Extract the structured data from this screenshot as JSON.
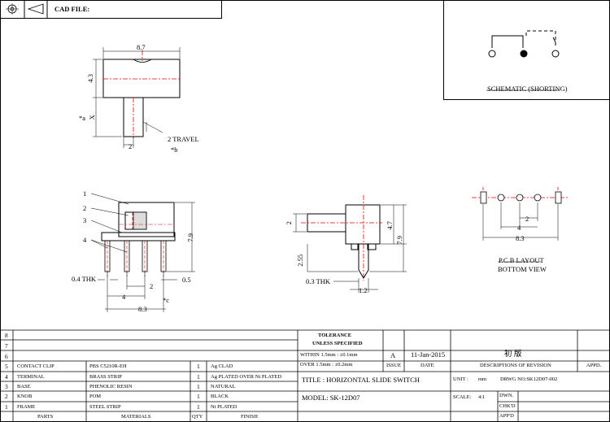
{
  "header": {
    "cad_file_label": "CAD FILE:"
  },
  "schematic": {
    "label": "SCHEMATIC (SHORTING)"
  },
  "top_view": {
    "width_dim": "8.7",
    "height_dim": "4.3",
    "x_label": "X",
    "a_note": "*a",
    "travel_label": "2 TRAVEL",
    "b_note": "*b",
    "small_dim": "2"
  },
  "front_view": {
    "callouts": [
      "1",
      "2",
      "3",
      "4"
    ],
    "height_dim": "7.9",
    "thk_label": "0.4 THK",
    "pitch_dim": "2",
    "pad_dim": "0.5",
    "span_dim": "4",
    "total_dim": "8.3",
    "c_note": "*c"
  },
  "side_view": {
    "knob_dim": "2",
    "body_dim": "4.7",
    "height_dim": "7.9",
    "pin_dim": "2.55",
    "thk_label": "0.3 THK",
    "pin_width": "1.2"
  },
  "pcb": {
    "pitch_dim": "2",
    "span_dim": "4",
    "total_dim": "8.3",
    "title": "P.C.B LAYOUT",
    "subtitle": "BOTTOM VIEW"
  },
  "bom": {
    "empty_rows": [
      "8",
      "7",
      "6"
    ],
    "rows": [
      {
        "no": "5",
        "part": "CONTACT CLIP",
        "material": "PBS  C5210R-EH",
        "qty": "1",
        "finish": "Ag CLAD"
      },
      {
        "no": "4",
        "part": "TERMINAL",
        "material": "BRASS STRIP",
        "qty": "1",
        "finish": "Ag PLATED OVER Ni PLATED"
      },
      {
        "no": "3",
        "part": "BASE",
        "material": "PHENOLIC RESIN",
        "qty": "1",
        "finish": "NATURAL"
      },
      {
        "no": "2",
        "part": "KNOB",
        "material": "POM",
        "qty": "1",
        "finish": "BLACK"
      },
      {
        "no": "1",
        "part": "FRAME",
        "material": "STEEL STRIP",
        "qty": "1",
        "finish": "Ni PLATED"
      }
    ],
    "headers": {
      "parts": "PARTS",
      "materials": "MATERIALS",
      "qty": "QTY",
      "finish": "FINISH"
    }
  },
  "tolerance": {
    "title": "TOLERANCE",
    "subtitle": "UNLESS  SPECIFIED",
    "within": "WITHIN 1.5mm : ±0.1mm",
    "over": "OVER 1.5mm : ±0.2mm"
  },
  "revision": {
    "issue": "A",
    "date": "11-Jan-2015",
    "description": "初 版",
    "col_issue": "ISSUE",
    "col_date": "DATE",
    "col_desc": "DESCRIPTIONS OF REVISION",
    "col_appd": "APPD."
  },
  "title_block": {
    "title": "TITLE : HORIZONTAL SLIDE SWITCH",
    "unit_label": "UNIT :",
    "unit": "mm",
    "drwg_no": "DRWG NO:SK12D07-002",
    "model": "MODEL: SK-12D07",
    "scale_label": "SCALE:",
    "scale": "4:1",
    "dwn": "DWN.",
    "chkd": "CHK'D",
    "appd": "APP'D"
  }
}
